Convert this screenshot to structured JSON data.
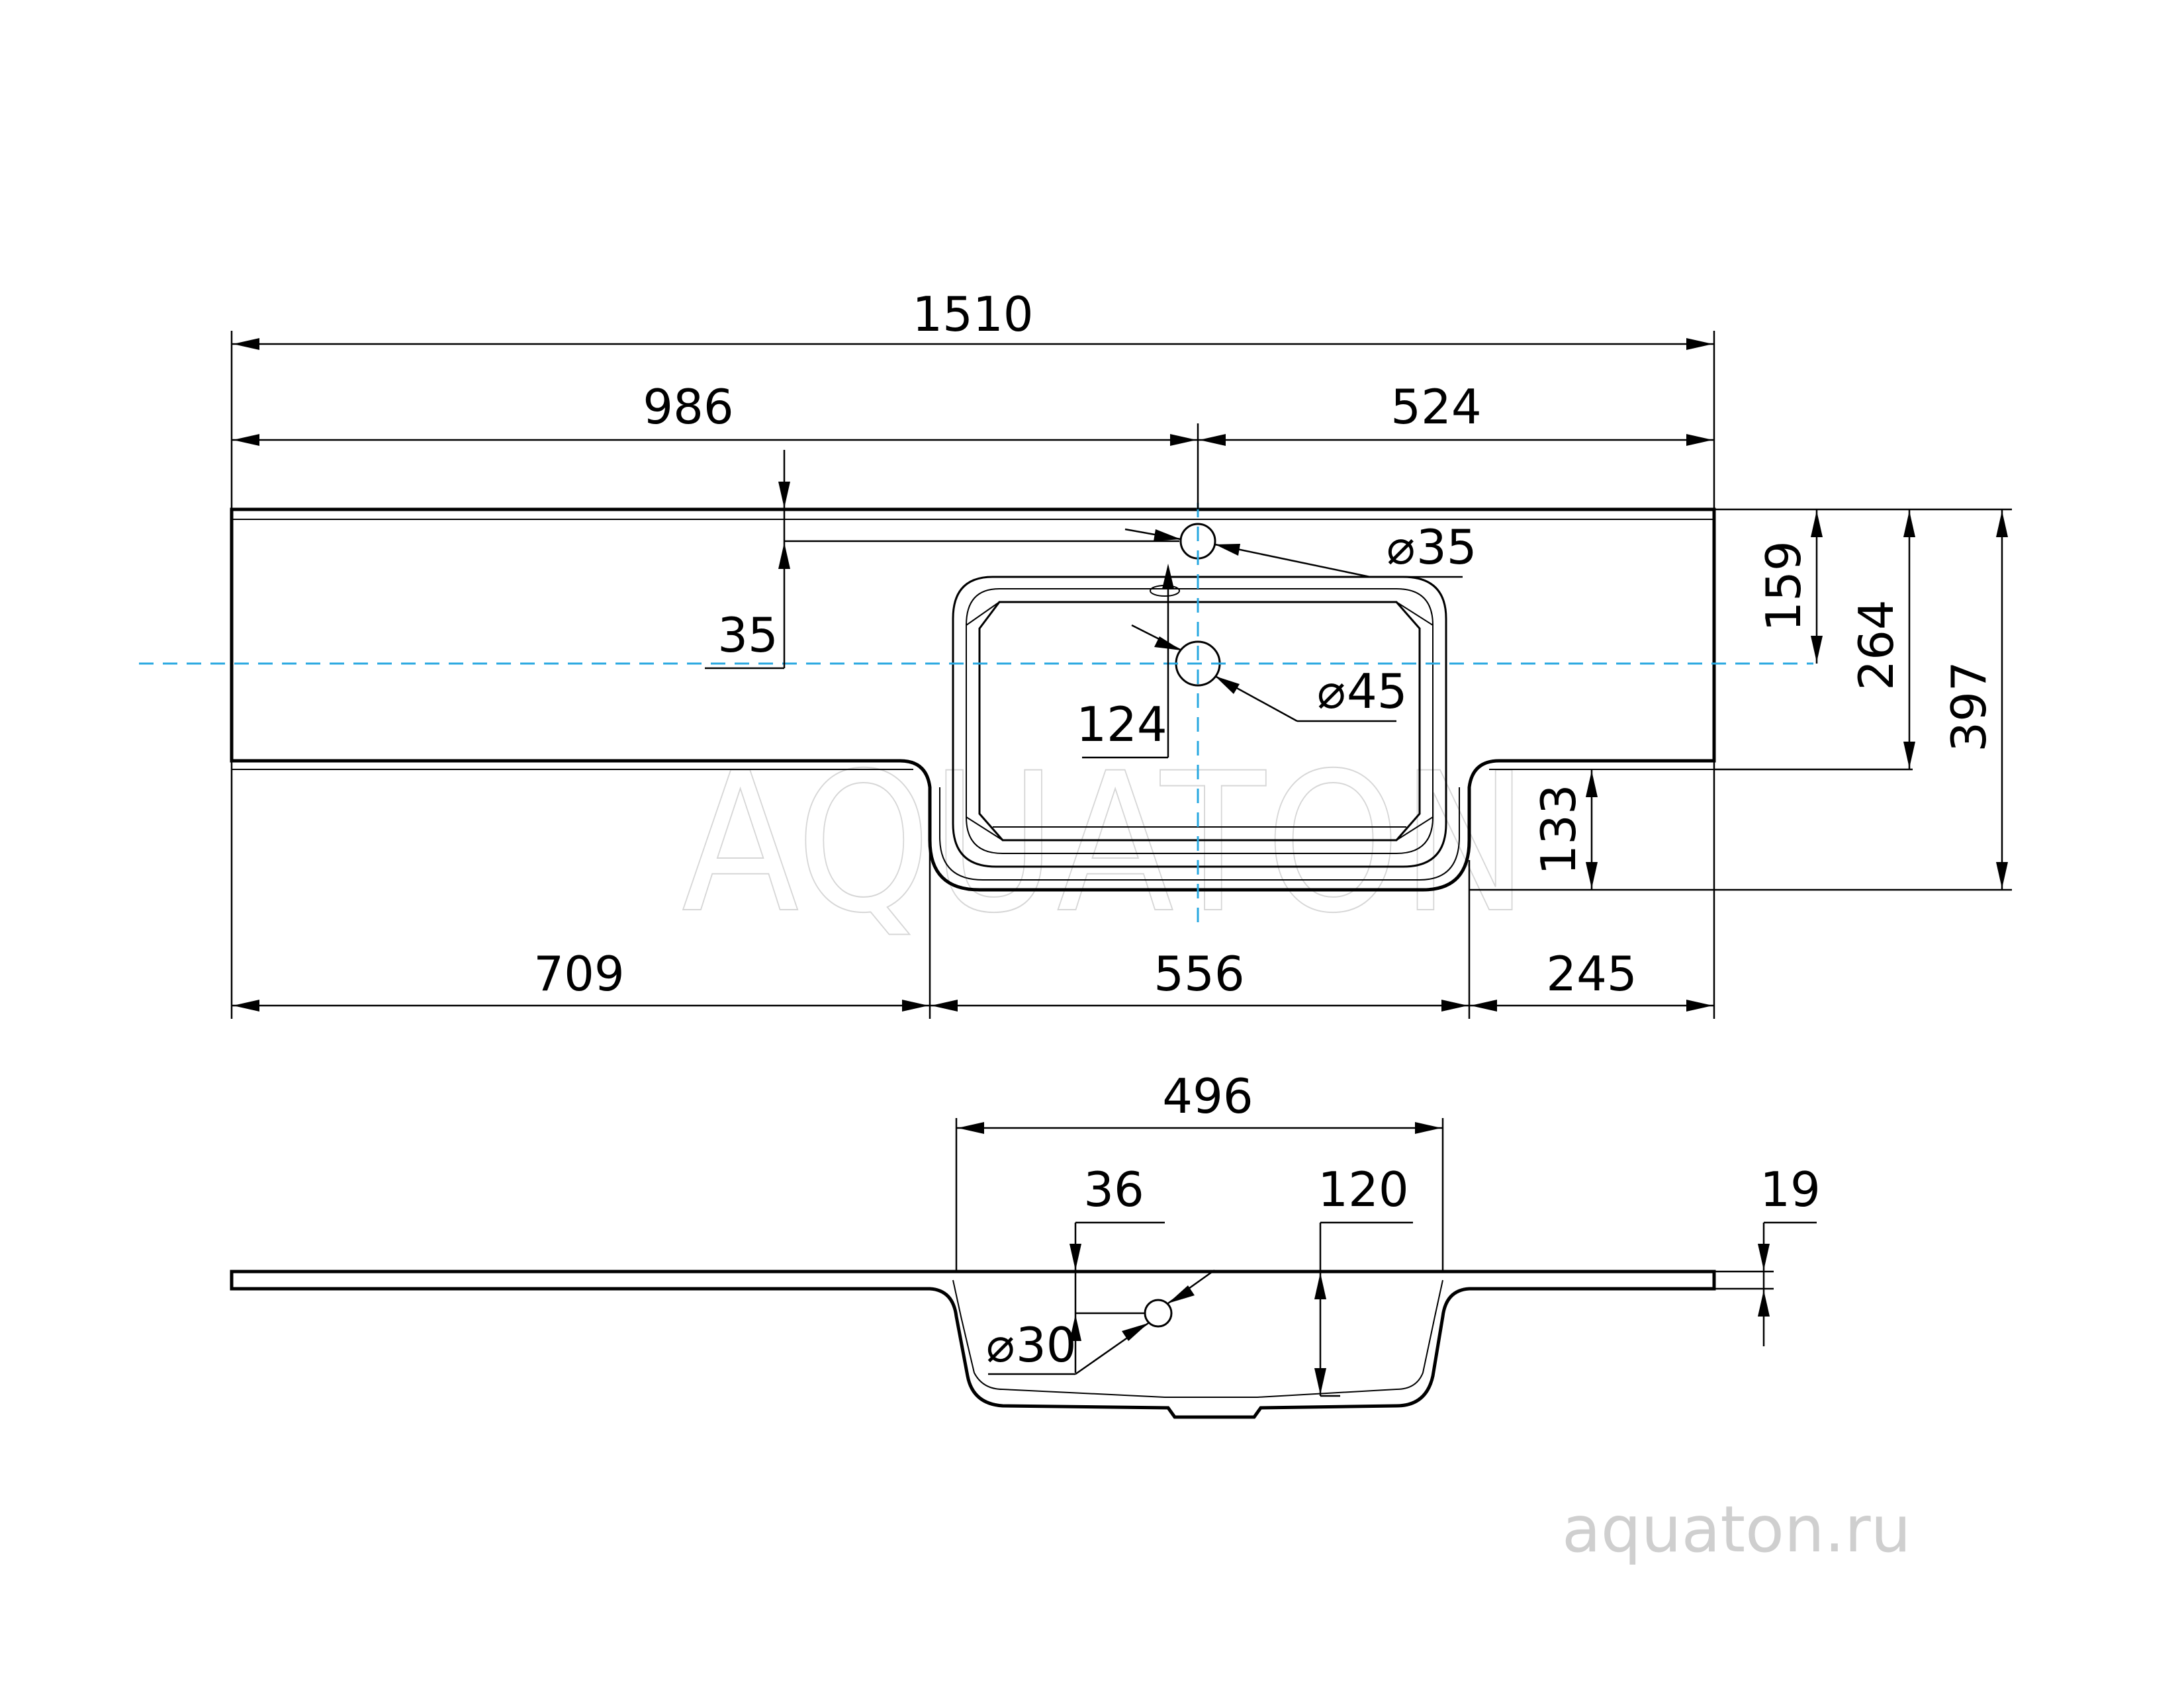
{
  "watermark": "AQUATON",
  "site": "aquaton.ru",
  "colors": {
    "lines": "#000000",
    "centerline": "#29a8e0",
    "watermark": "#d6d6d6"
  },
  "dimensions": {
    "overall_length": "1510",
    "left_to_tap": "986",
    "tap_to_right": "524",
    "left_wing": "709",
    "bowl_width": "556",
    "right_wing": "245",
    "tap_offset": "35",
    "drain_offset": "124",
    "tap_hole": "35",
    "drain_hole": "45",
    "drain_from_back": "159",
    "top_depth": "264",
    "total_depth": "397",
    "bowl_projection": "133",
    "bowl_inner_width": "496",
    "overflow_offset": "36",
    "bowl_depth": "120",
    "top_thickness": "19",
    "overflow_hole": "30"
  },
  "diameter_symbol": "⌀"
}
